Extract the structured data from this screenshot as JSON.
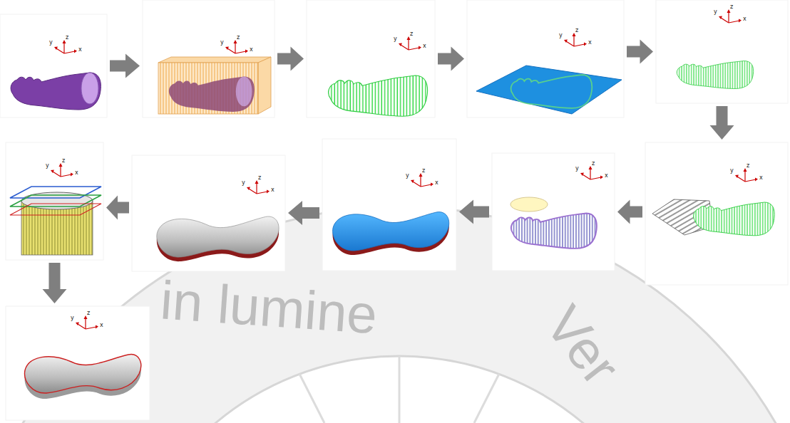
{
  "diagram": {
    "nodes": [
      {
        "text": [
          "y",
          "z",
          "x"
        ]
      },
      {
        "text": [
          "y",
          "z",
          "x"
        ]
      },
      {
        "text": [
          "y",
          "z",
          "x"
        ]
      },
      {
        "text": [
          "y",
          "z",
          "x"
        ]
      },
      {
        "text": [
          "y",
          "z",
          "x"
        ]
      },
      {
        "text": [
          "y",
          "z",
          "x"
        ]
      },
      {
        "text": [
          "y",
          "z",
          "x"
        ]
      },
      {
        "text": [
          "y",
          "z",
          "x"
        ]
      },
      {
        "text": [
          "y",
          "z",
          "x"
        ]
      },
      {
        "text": [
          "y",
          "z",
          "x"
        ]
      },
      {
        "text": [
          "y",
          "z",
          "x"
        ]
      }
    ],
    "edges": [
      {
        "from": 0,
        "to": 1,
        "arrow": "to"
      },
      {
        "from": 1,
        "to": 2,
        "arrow": "to"
      },
      {
        "from": 2,
        "to": 3,
        "arrow": "to"
      },
      {
        "from": 3,
        "to": 4,
        "arrow": "to"
      },
      {
        "from": 4,
        "to": 5,
        "arrow": "to"
      },
      {
        "from": 5,
        "to": 6,
        "arrow": "to"
      },
      {
        "from": 6,
        "to": 7,
        "arrow": "to"
      },
      {
        "from": 7,
        "to": 8,
        "arrow": "to"
      },
      {
        "from": 8,
        "to": 9,
        "arrow": "to"
      },
      {
        "from": 9,
        "to": 10,
        "arrow": "to"
      }
    ],
    "labels": [
      "in lumine",
      "Ver"
    ]
  }
}
